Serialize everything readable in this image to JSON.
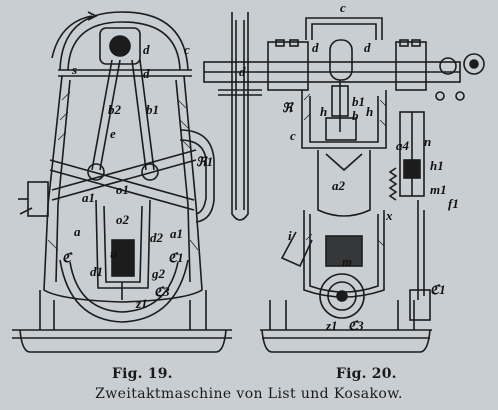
{
  "figures": [
    {
      "caption": "Fig. 19.",
      "labels": [
        "d",
        "c",
        "d",
        "b2",
        "b1",
        "e",
        "s",
        "a1",
        "a",
        "ℜ1",
        "o1",
        "o2",
        "u",
        "d1",
        "d2",
        "a1",
        "ℭ1",
        "ℭ",
        "ℭ3",
        "g2",
        "z1"
      ]
    },
    {
      "caption": "Fig. 20.",
      "labels": [
        "c",
        "d",
        "d",
        "d",
        "b1",
        "b",
        "h",
        "h",
        "c",
        "ℜ",
        "a2",
        "a4",
        "n",
        "h1",
        "m1",
        "m",
        "x",
        "i",
        "ℭ1",
        "ℭ3",
        "z1",
        "f1"
      ]
    }
  ],
  "title": "Zweitaktmaschine von List und Kosakow."
}
